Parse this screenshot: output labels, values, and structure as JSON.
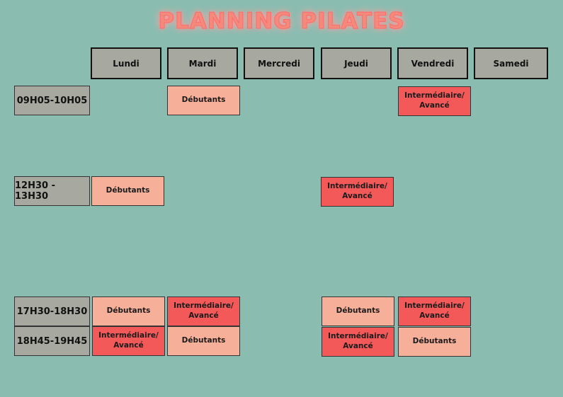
{
  "title": "PLANNING PILATES",
  "days": [
    "Lundi",
    "Mardi",
    "Mercredi",
    "Jeudi",
    "Vendredi",
    "Samedi"
  ],
  "times": [
    "09H05-10H05",
    "12H30 - 13H30",
    "17H30-18H30",
    "18H45-19H45"
  ],
  "levels": {
    "beginner": "Débutants",
    "advanced": "Intermédiaire/\nAvancé"
  },
  "colors": {
    "background": "#8abcb0",
    "beginner": "#f6b09a",
    "advanced": "#f45959",
    "header": "#a7a8a0"
  },
  "sessions": [
    {
      "time": "09H05-10H05",
      "day": "Mardi",
      "level": "Débutants"
    },
    {
      "time": "09H05-10H05",
      "day": "Vendredi",
      "level": "Intermédiaire/\nAvancé"
    },
    {
      "time": "12H30 - 13H30",
      "day": "Lundi",
      "level": "Débutants"
    },
    {
      "time": "12H30 - 13H30",
      "day": "Jeudi",
      "level": "Intermédiaire/\nAvancé"
    },
    {
      "time": "17H30-18H30",
      "day": "Lundi",
      "level": "Débutants"
    },
    {
      "time": "17H30-18H30",
      "day": "Mardi",
      "level": "Intermédiaire/\nAvancé"
    },
    {
      "time": "17H30-18H30",
      "day": "Jeudi",
      "level": "Débutants"
    },
    {
      "time": "17H30-18H30",
      "day": "Vendredi",
      "level": "Intermédiaire/\nAvancé"
    },
    {
      "time": "18H45-19H45",
      "day": "Lundi",
      "level": "Intermédiaire/\nAvancé"
    },
    {
      "time": "18H45-19H45",
      "day": "Mardi",
      "level": "Débutants"
    },
    {
      "time": "18H45-19H45",
      "day": "Jeudi",
      "level": "Intermédiaire/\nAvancé"
    },
    {
      "time": "18H45-19H45",
      "day": "Vendredi",
      "level": "Débutants"
    }
  ]
}
